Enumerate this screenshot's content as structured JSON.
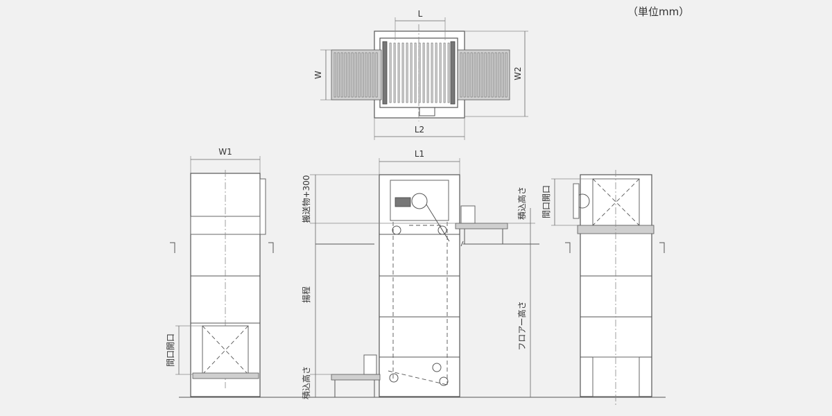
{
  "unit_note": "（単位mm）",
  "dimensions": {
    "L": "L",
    "W": "W",
    "W2": "W2",
    "L2": "L2",
    "W1": "W1",
    "L1": "L1"
  },
  "labels": {
    "load_plus_300": "搬送物+300",
    "loading_height": "積込高さ",
    "lift_stroke": "揚程",
    "floor_height": "フロアー高さ",
    "opening": "間口開口"
  }
}
